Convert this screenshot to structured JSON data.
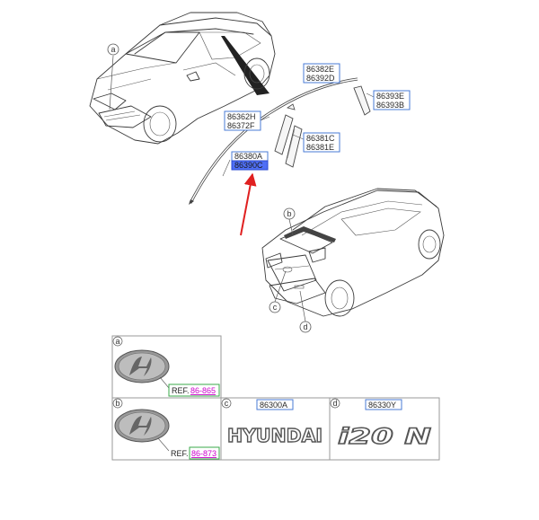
{
  "part_numbers": {
    "p86382": [
      "86382E",
      "86392D"
    ],
    "p86393": [
      "86393E",
      "86393B"
    ],
    "p86362": [
      "86362H",
      "86372F"
    ],
    "p86381": [
      "86381C",
      "86381E"
    ],
    "p86380": [
      "86380A",
      "86390C"
    ]
  },
  "callouts": {
    "a": "a",
    "b": "b",
    "c": "c",
    "d": "d"
  },
  "table": {
    "cell_a_letter": "a",
    "cell_a_ref_label": "REF.",
    "cell_a_ref_number": "86-865",
    "cell_b_letter": "b",
    "cell_b_ref_label": "REF.",
    "cell_b_ref_number": "86-873",
    "cell_c_letter": "c",
    "cell_c_part": "86300A",
    "cell_c_emblem": "HYUNDAI",
    "cell_d_letter": "d",
    "cell_d_part": "86330Y",
    "cell_d_emblem": "i20 N"
  },
  "colors": {
    "highlight_box": "#4f6ff5",
    "part_box_border": "#4a7bd6",
    "ref_box_border": "#3aa84a",
    "ref_number": "#cc00cc",
    "arrow": "#e02020"
  }
}
